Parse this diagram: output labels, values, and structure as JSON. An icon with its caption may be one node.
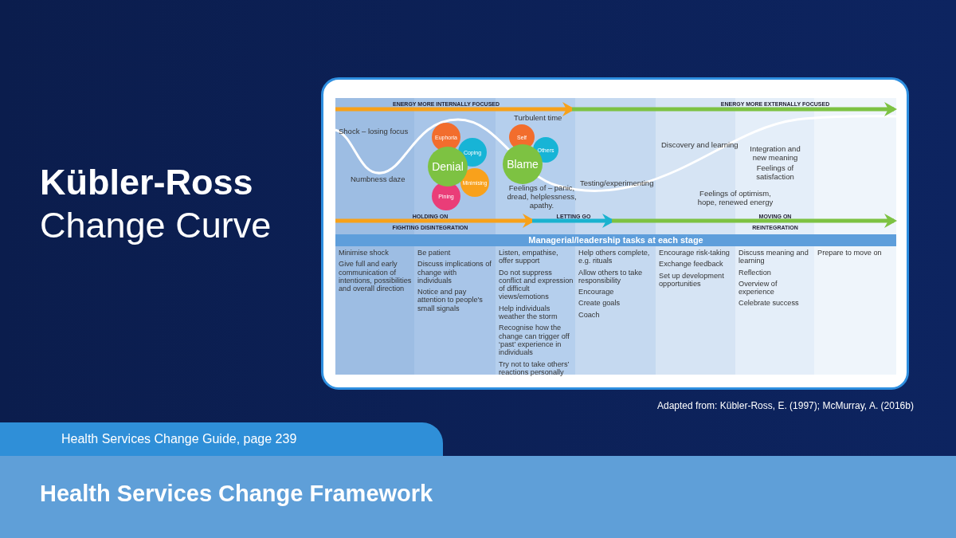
{
  "diagram": {
    "title": "**Kübler-Ross** Change Curve",
    "caption": "Adapted from: Kübler-Ross, E. (1997); McMurray, A. (2016b)",
    "nodes": [
      {
        "text": [
          "Euphoria"
        ]
      },
      {
        "text": [
          "Coping"
        ]
      },
      {
        "text": [
          "Minimising"
        ]
      },
      {
        "text": [
          "Pining"
        ]
      },
      {
        "text": [
          "Denial"
        ]
      },
      {
        "text": [
          "Self"
        ]
      },
      {
        "text": [
          "Others"
        ]
      },
      {
        "text": [
          "Blame"
        ]
      }
    ],
    "labels": [
      "ENERGY MORE INTERNALLY FOCUSED",
      "ENERGY MORE EXTERNALLY FOCUSED",
      "Shock – losing focus",
      "Turbulent time",
      "Discovery and learning",
      "Integration and new meaning",
      "Feelings of satisfaction",
      "Numbness daze",
      "Testing/experimenting",
      "Feelings of – panic, dread, helplessness, apathy.",
      "Feelings of optimism, hope, renewed energy",
      "HOLDING ON",
      "LETTING GO",
      "MOVING ON",
      "FIGHTING DISINTEGRATION",
      "REINTEGRATION",
      "Managerial/leadership tasks at each stage",
      "Minimise shock",
      "Give full and early communication of intentions, possibilities and overall direction",
      "Be patient",
      "Discuss implications of change with individuals",
      "Notice and pay attention to people's small signals",
      "Listen, empathise, offer support",
      "Do not suppress conflict and expression of difficult views/emotions",
      "Help individuals weather the storm",
      "Recognise how the change can trigger off ‘past’ experience in individuals",
      "Try not to take others’ reactions personally",
      "Help others complete, e.g. rituals",
      "Allow others to take responsibility",
      "Encourage",
      "Create goals",
      "Coach",
      "Encourage risk-taking",
      "Exchange feedback",
      "Set up development opportunities",
      "Discuss meaning and learning",
      "Reflection",
      "Overview of experience",
      "Celebrate success",
      "Prepare to move on",
      "Health Services Change Guide, page 239",
      "Health Services Change Framework"
    ]
  }
}
